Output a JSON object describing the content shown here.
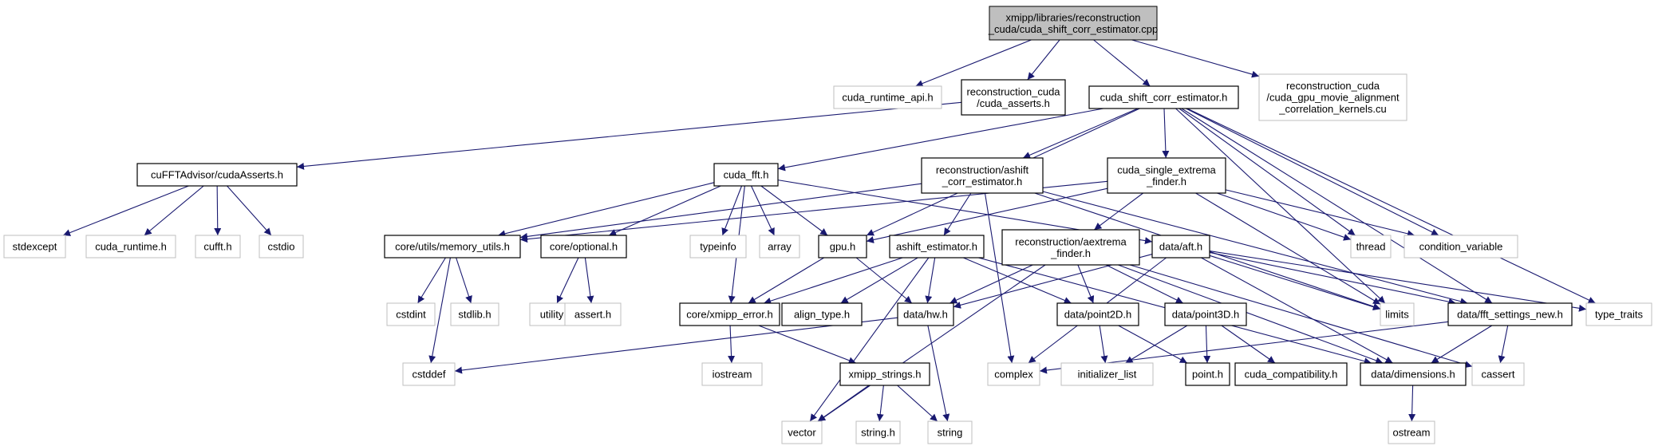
{
  "colors": {
    "edge": "#191970",
    "root_fill": "#bfbfbf",
    "external_border": "#bfbfbf",
    "documented_border": "#000000"
  },
  "nodes": {
    "root": {
      "lines": [
        "xmipp/libraries/reconstruction",
        "_cuda/cuda_shift_corr_estimator.cpp"
      ],
      "kind": "main"
    },
    "cuda_runtime_api": {
      "lines": [
        "cuda_runtime_api.h"
      ],
      "kind": "ext"
    },
    "recon_cuda_asserts": {
      "lines": [
        "reconstruction_cuda",
        "/cuda_asserts.h"
      ],
      "kind": "doc"
    },
    "shift_corr": {
      "lines": [
        "cuda_shift_corr_estimator.h"
      ],
      "kind": "doc"
    },
    "movie_kernels": {
      "lines": [
        "reconstruction_cuda",
        "/cuda_gpu_movie_alignment",
        "_correlation_kernels.cu"
      ],
      "kind": "ext"
    },
    "cufft_asserts": {
      "lines": [
        "cuFFTAdvisor/cudaAsserts.h"
      ],
      "kind": "doc"
    },
    "cuda_fft": {
      "lines": [
        "cuda_fft.h"
      ],
      "kind": "doc"
    },
    "ashift_corr": {
      "lines": [
        "reconstruction/ashift",
        "_corr_estimator.h"
      ],
      "kind": "doc"
    },
    "single_extrema": {
      "lines": [
        "cuda_single_extrema",
        "_finder.h"
      ],
      "kind": "doc"
    },
    "stdexcept": {
      "lines": [
        "stdexcept"
      ],
      "kind": "ext"
    },
    "cuda_runtime": {
      "lines": [
        "cuda_runtime.h"
      ],
      "kind": "ext"
    },
    "cufft": {
      "lines": [
        "cufft.h"
      ],
      "kind": "ext"
    },
    "cstdio": {
      "lines": [
        "cstdio"
      ],
      "kind": "ext"
    },
    "memory_utils": {
      "lines": [
        "core/utils/memory_utils.h"
      ],
      "kind": "doc"
    },
    "optional": {
      "lines": [
        "core/optional.h"
      ],
      "kind": "doc"
    },
    "typeinfo": {
      "lines": [
        "typeinfo"
      ],
      "kind": "ext"
    },
    "array": {
      "lines": [
        "array"
      ],
      "kind": "ext"
    },
    "gpu": {
      "lines": [
        "gpu.h"
      ],
      "kind": "doc"
    },
    "ashift_est": {
      "lines": [
        "ashift_estimator.h"
      ],
      "kind": "doc"
    },
    "aextrema": {
      "lines": [
        "reconstruction/aextrema",
        "_finder.h"
      ],
      "kind": "doc"
    },
    "aft": {
      "lines": [
        "data/aft.h"
      ],
      "kind": "doc"
    },
    "thread": {
      "lines": [
        "thread"
      ],
      "kind": "ext"
    },
    "condvar": {
      "lines": [
        "condition_variable"
      ],
      "kind": "ext"
    },
    "cstdint": {
      "lines": [
        "cstdint"
      ],
      "kind": "ext"
    },
    "stdlib": {
      "lines": [
        "stdlib.h"
      ],
      "kind": "ext"
    },
    "utility": {
      "lines": [
        "utility"
      ],
      "kind": "ext"
    },
    "asserth": {
      "lines": [
        "assert.h"
      ],
      "kind": "ext"
    },
    "xmipp_error": {
      "lines": [
        "core/xmipp_error.h"
      ],
      "kind": "doc"
    },
    "align_type": {
      "lines": [
        "align_type.h"
      ],
      "kind": "doc"
    },
    "hw": {
      "lines": [
        "data/hw.h"
      ],
      "kind": "doc"
    },
    "point2d": {
      "lines": [
        "data/point2D.h"
      ],
      "kind": "doc"
    },
    "point3d": {
      "lines": [
        "data/point3D.h"
      ],
      "kind": "doc"
    },
    "limits": {
      "lines": [
        "limits"
      ],
      "kind": "ext"
    },
    "fft_settings": {
      "lines": [
        "data/fft_settings_new.h"
      ],
      "kind": "doc"
    },
    "type_traits": {
      "lines": [
        "type_traits"
      ],
      "kind": "ext"
    },
    "cstddef": {
      "lines": [
        "cstddef"
      ],
      "kind": "ext"
    },
    "iostream": {
      "lines": [
        "iostream"
      ],
      "kind": "ext"
    },
    "complex": {
      "lines": [
        "complex"
      ],
      "kind": "ext"
    },
    "initializer_list": {
      "lines": [
        "initializer_list"
      ],
      "kind": "ext"
    },
    "pointh": {
      "lines": [
        "point.h"
      ],
      "kind": "doc"
    },
    "cuda_compat": {
      "lines": [
        "cuda_compatibility.h"
      ],
      "kind": "doc"
    },
    "dimensions": {
      "lines": [
        "data/dimensions.h"
      ],
      "kind": "doc"
    },
    "cassert": {
      "lines": [
        "cassert"
      ],
      "kind": "ext"
    },
    "xmipp_strings": {
      "lines": [
        "xmipp_strings.h"
      ],
      "kind": "doc"
    },
    "vector": {
      "lines": [
        "vector"
      ],
      "kind": "ext"
    },
    "stringh": {
      "lines": [
        "string.h"
      ],
      "kind": "ext"
    },
    "string": {
      "lines": [
        "string"
      ],
      "kind": "ext"
    },
    "ostream": {
      "lines": [
        "ostream"
      ],
      "kind": "ext"
    }
  },
  "edges": [
    [
      "root",
      "cuda_runtime_api"
    ],
    [
      "root",
      "recon_cuda_asserts"
    ],
    [
      "root",
      "shift_corr"
    ],
    [
      "root",
      "movie_kernels"
    ],
    [
      "recon_cuda_asserts",
      "cufft_asserts"
    ],
    [
      "cufft_asserts",
      "stdexcept"
    ],
    [
      "cufft_asserts",
      "cuda_runtime"
    ],
    [
      "cufft_asserts",
      "cufft"
    ],
    [
      "cufft_asserts",
      "cstdio"
    ],
    [
      "shift_corr",
      "cuda_fft"
    ],
    [
      "shift_corr",
      "ashift_corr"
    ],
    [
      "shift_corr",
      "single_extrema"
    ],
    [
      "shift_corr",
      "gpu"
    ],
    [
      "shift_corr",
      "thread"
    ],
    [
      "shift_corr",
      "condvar"
    ],
    [
      "shift_corr",
      "limits"
    ],
    [
      "shift_corr",
      "type_traits"
    ],
    [
      "shift_corr",
      "fft_settings"
    ],
    [
      "cuda_fft",
      "memory_utils"
    ],
    [
      "cuda_fft",
      "optional"
    ],
    [
      "cuda_fft",
      "typeinfo"
    ],
    [
      "cuda_fft",
      "array"
    ],
    [
      "cuda_fft",
      "gpu"
    ],
    [
      "cuda_fft",
      "xmipp_error"
    ],
    [
      "cuda_fft",
      "aft"
    ],
    [
      "ashift_corr",
      "memory_utils"
    ],
    [
      "ashift_corr",
      "ashift_est"
    ],
    [
      "ashift_corr",
      "complex"
    ],
    [
      "ashift_corr",
      "limits"
    ],
    [
      "ashift_corr",
      "fft_settings"
    ],
    [
      "single_extrema",
      "memory_utils"
    ],
    [
      "single_extrema",
      "gpu"
    ],
    [
      "single_extrema",
      "aextrema"
    ],
    [
      "single_extrema",
      "thread"
    ],
    [
      "single_extrema",
      "condvar"
    ],
    [
      "single_extrema",
      "limits"
    ],
    [
      "memory_utils",
      "cstdint"
    ],
    [
      "memory_utils",
      "stdlib"
    ],
    [
      "memory_utils",
      "cstddef"
    ],
    [
      "optional",
      "utility"
    ],
    [
      "optional",
      "asserth"
    ],
    [
      "gpu",
      "xmipp_error"
    ],
    [
      "gpu",
      "hw"
    ],
    [
      "ashift_est",
      "xmipp_error"
    ],
    [
      "ashift_est",
      "align_type"
    ],
    [
      "ashift_est",
      "hw"
    ],
    [
      "ashift_est",
      "point2d"
    ],
    [
      "ashift_est",
      "dimensions"
    ],
    [
      "ashift_est",
      "vector"
    ],
    [
      "aextrema",
      "hw"
    ],
    [
      "aextrema",
      "point2d"
    ],
    [
      "aextrema",
      "point3d"
    ],
    [
      "aextrema",
      "vector"
    ],
    [
      "aextrema",
      "dimensions"
    ],
    [
      "aextrema",
      "cassert"
    ],
    [
      "aft",
      "hw"
    ],
    [
      "aft",
      "complex"
    ],
    [
      "aft",
      "limits"
    ],
    [
      "aft",
      "fft_settings"
    ],
    [
      "aft",
      "type_traits"
    ],
    [
      "aft",
      "dimensions"
    ],
    [
      "xmipp_error",
      "iostream"
    ],
    [
      "xmipp_error",
      "xmipp_strings"
    ],
    [
      "hw",
      "cstddef"
    ],
    [
      "hw",
      "string"
    ],
    [
      "point2d",
      "initializer_list"
    ],
    [
      "point2d",
      "pointh"
    ],
    [
      "point3d",
      "initializer_list"
    ],
    [
      "point3d",
      "pointh"
    ],
    [
      "point3d",
      "cuda_compat"
    ],
    [
      "fft_settings",
      "complex"
    ],
    [
      "fft_settings",
      "dimensions"
    ],
    [
      "fft_settings",
      "cassert"
    ],
    [
      "dimensions",
      "ostream"
    ],
    [
      "xmipp_strings",
      "vector"
    ],
    [
      "xmipp_strings",
      "stringh"
    ],
    [
      "xmipp_strings",
      "string"
    ]
  ]
}
